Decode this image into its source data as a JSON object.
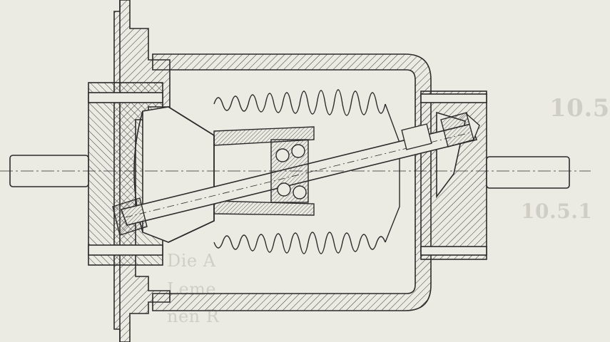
{
  "figure": {
    "kind": "technical cross-section drawing",
    "subject": "angled shaft coupling with corrugated bellows housing",
    "colors": {
      "paper": "#ecebe3",
      "ink": "#2b2b2b",
      "hatch": "#3a3a3a",
      "bleed_text": "#b9b8ae"
    }
  },
  "bleed_through": {
    "heading": "10.5",
    "line1": "10.5.1",
    "para1": "Die A",
    "para2": "Leme",
    "para3": "nen R"
  }
}
